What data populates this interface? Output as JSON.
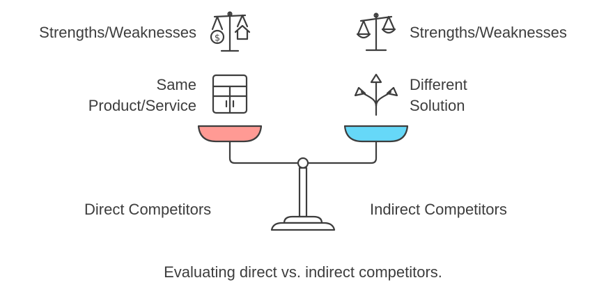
{
  "left": {
    "strengths": "Strengths/Weaknesses",
    "product_line1": "Same",
    "product_line2": "Product/Service",
    "title": "Direct Competitors",
    "pan_color": "#ff9a94"
  },
  "right": {
    "strengths": "Strengths/Weaknesses",
    "solution_line1": "Different",
    "solution_line2": "Solution",
    "title": "Indirect Competitors",
    "pan_color": "#66d8f8"
  },
  "caption": "Evaluating direct vs. indirect competitors.",
  "icons": [
    "scale-money-house-icon",
    "scale-icon",
    "cabinet-icon",
    "diverging-arrows-icon"
  ]
}
